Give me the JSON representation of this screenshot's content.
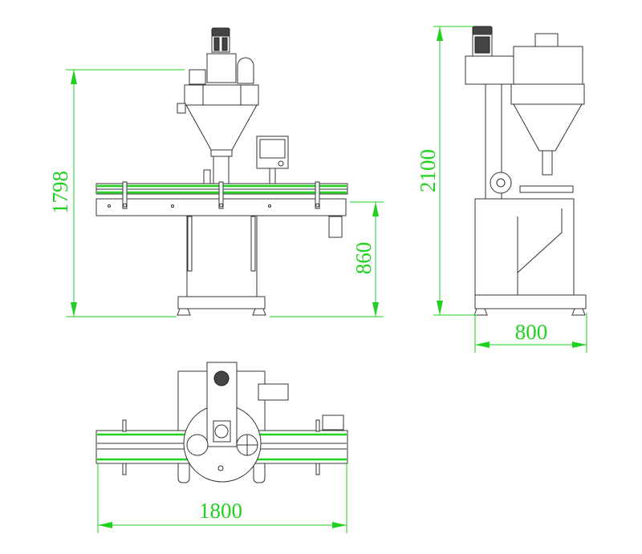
{
  "drawing": {
    "front_view": {
      "height_total": "1798",
      "conveyor_height": "860"
    },
    "side_view": {
      "height_total": "2100",
      "depth": "800"
    },
    "top_view": {
      "length": "1800"
    }
  },
  "colors": {
    "dimension": "#1ed21e",
    "linework": "#333333"
  }
}
